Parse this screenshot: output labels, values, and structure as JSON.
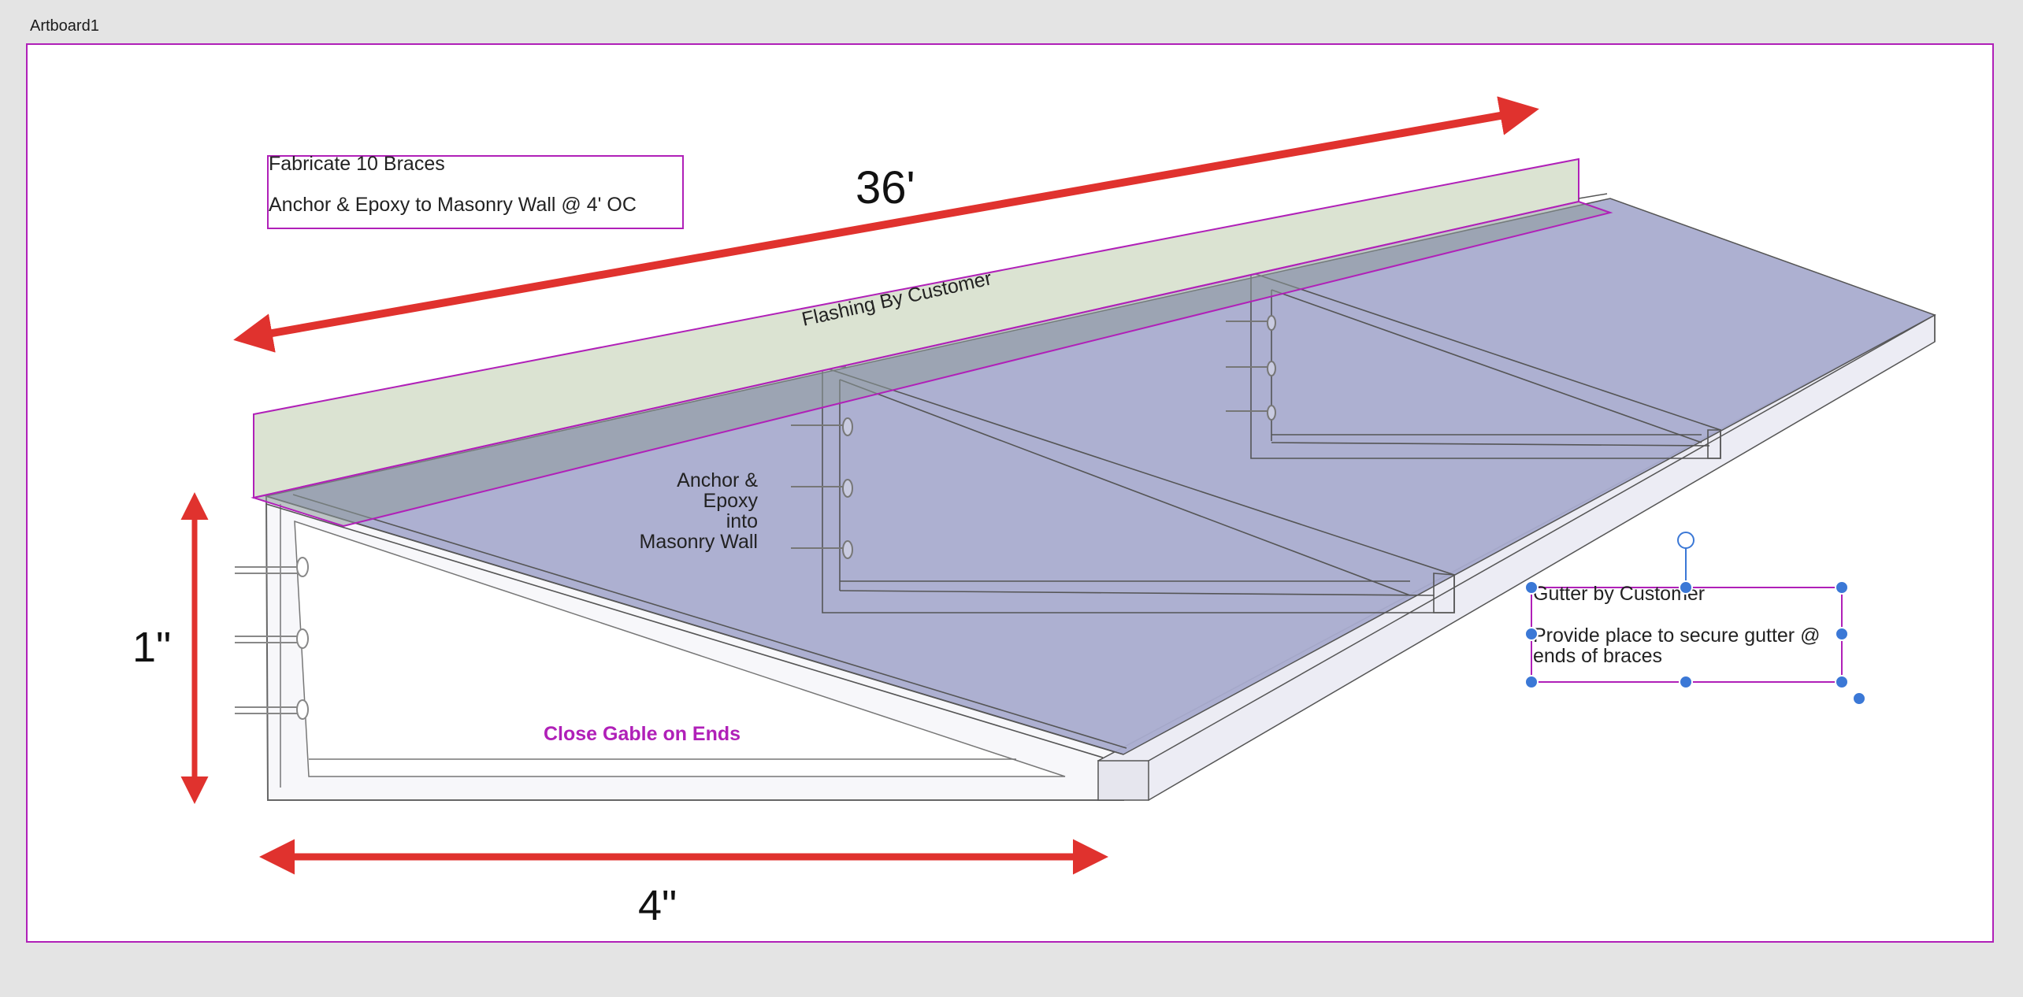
{
  "artboard": {
    "title": "Artboard1",
    "background": "#ffffff",
    "frame_color": "#b020b8"
  },
  "notes": {
    "fabricate": {
      "line1": "Fabricate 10 Braces",
      "line2": "Anchor & Epoxy to Masonry Wall @ 4' OC"
    },
    "gutter": {
      "line1": "Gutter by Customer",
      "line2": "Provide place to secure gutter @",
      "line3": "ends of braces"
    },
    "anchor_callout": [
      "Anchor &",
      "Epoxy",
      "into",
      "Masonry Wall"
    ],
    "flashing": "Flashing By Customer",
    "close_gable": "Close Gable on Ends"
  },
  "dimensions": {
    "length": "36'",
    "height": "1\"",
    "depth": "4\""
  },
  "colors": {
    "dimension_arrow": "#e0322e",
    "roof_panel": "#a9accf",
    "flashing_panel": "#dbe3d2",
    "selection_handle": "#3b78d6",
    "outline": "#555555"
  }
}
